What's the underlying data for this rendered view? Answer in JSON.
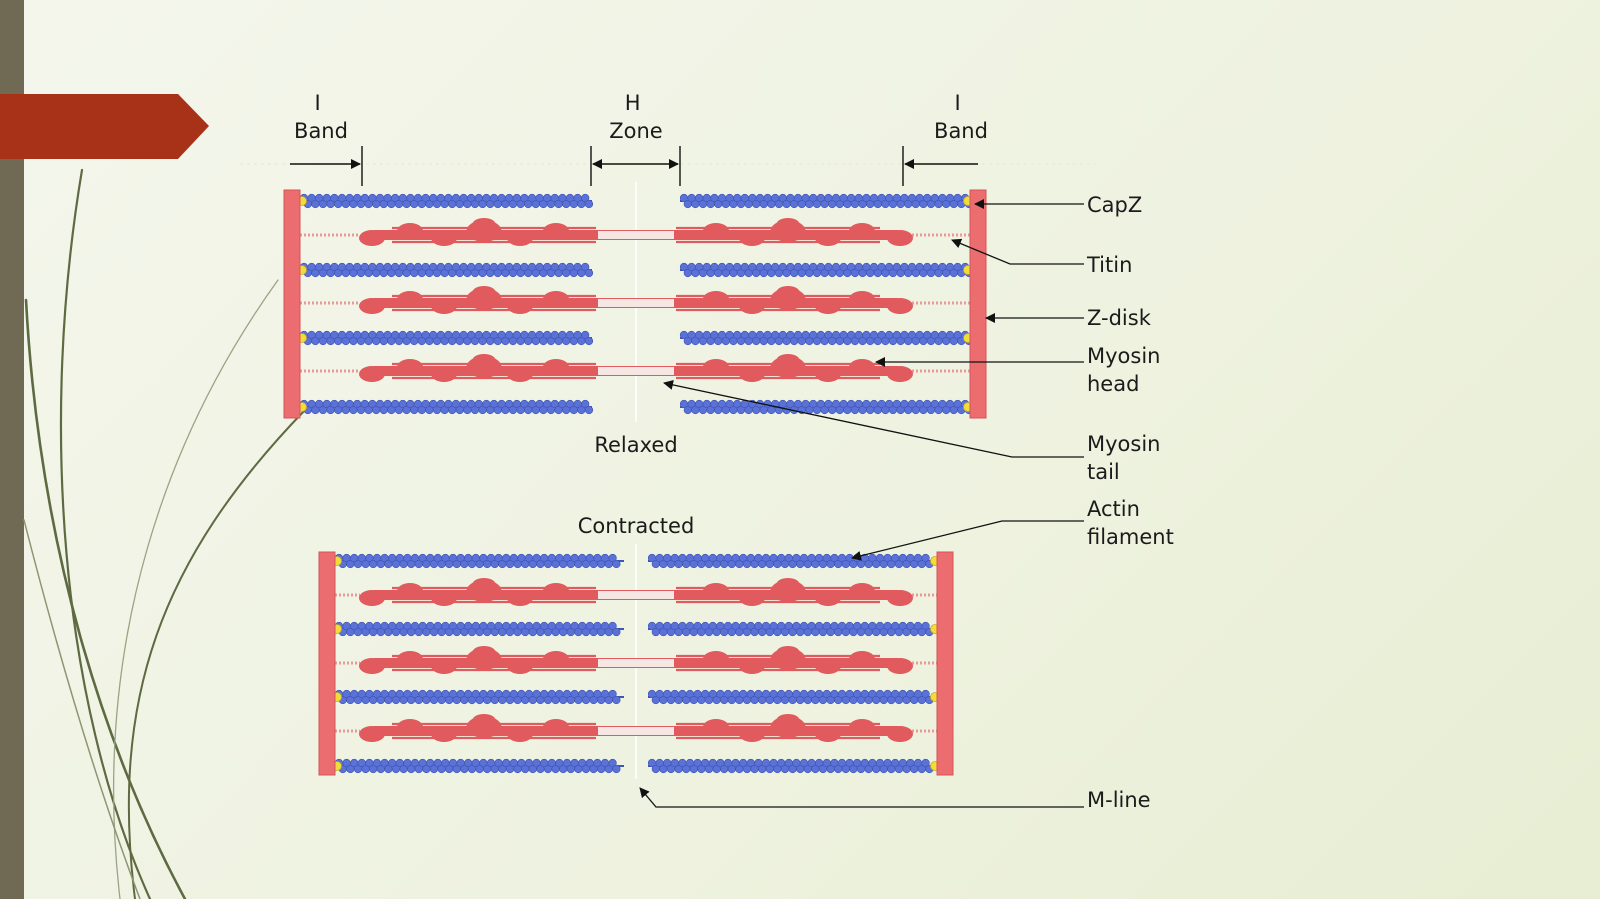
{
  "colors": {
    "background": "#eef2df",
    "left_bar": "#706a55",
    "banner": "#a83218",
    "actin": "#5a72d8",
    "myosin": "#e05a5e",
    "z_disk": "#ec6d70",
    "capz": "#f2dc3c",
    "line": "#1b1b1b"
  },
  "labels": {
    "i_band_left": [
      "I",
      "Band"
    ],
    "h_zone": [
      "H",
      "Zone"
    ],
    "i_band_right": [
      "I",
      "Band"
    ],
    "relaxed": "Relaxed",
    "contracted": "Contracted",
    "capz": "CapZ",
    "titin": "Titin",
    "z_disk": "Z-disk",
    "myosin_head": [
      "Myosin",
      "head"
    ],
    "myosin_tail": [
      "Myosin",
      "tail"
    ],
    "actin_filament": [
      "Actin",
      "filament"
    ],
    "m_line": "M-line"
  }
}
